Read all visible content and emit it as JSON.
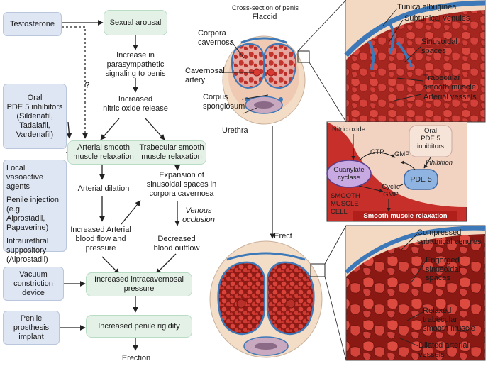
{
  "flow": {
    "testosterone": "Testosterone",
    "sexual_arousal": "Sexual arousal",
    "parasympathetic": "Increase in\nparasympathetic\nsignaling to penis",
    "question": "?",
    "no_release": "Increased\nnitric oxide release",
    "pde5_box": "Oral\nPDE 5 inhibitors\n(Sildenafil,\nTadalafil,\nVardenafil)",
    "arterial_relax": "Arterial smooth\nmuscle relaxation",
    "trabecular_relax": "Trabecular smooth\nmuscle relaxation",
    "local_agents": "Local vasoactive\nagents",
    "penile_injection": "Penile injection\n(e.g., Alprostadil,\nPapaverine)",
    "intraurethral": "Intraurethral\nsuppository\n(Alprostadil)",
    "arterial_dilation": "Arterial dilation",
    "expansion": "Expansion of\nsinusoidal spaces in\ncorpora cavernosa",
    "increased_blood_flow": "Increased Arterial\nblood flow and\npressure",
    "venous_occlusion": "Venous\nocclusion",
    "decreased_outflow": "Decreased\nblood outflow",
    "vacuum": "Vacuum\nconstriction\ndevice",
    "intracavernosal": "Increased intracavernosal\npressure",
    "prosthesis": "Penile\nprosthesis\nimplant",
    "rigidity": "Increased penile rigidity",
    "erection": "Erection"
  },
  "flaccid": {
    "title": "Cross-section of penis",
    "state": "Flaccid",
    "corpora_cavernosa": "Corpora\ncavernosa",
    "cavernosal_artery": "Cavernosal\nartery",
    "corpus_spongiosum": "Corpus\nspongiosum",
    "urethra": "Urethra",
    "tunica": "Tunica albuginea",
    "subtunical": "Subtunical venules",
    "sinusoidal": "Sinusoidal\nspaces",
    "trabecular": "Trabecular\nsmooth muscle",
    "arterial_vessels": "Arterial vessels"
  },
  "inset": {
    "nitric_oxide": "Nitric oxide",
    "gtp": "GTP",
    "gmp": "GMP",
    "oral_pde5": "Oral\nPDE 5\ninhibitors",
    "inhibition": "Inhibition",
    "guanylate": "Guanylate\ncyclase",
    "pde5": "PDE 5",
    "cyclic_gmp": "Cyclic\nGMP",
    "cell": "SMOOTH\nMUSCLE\nCELL",
    "relaxation": "Smooth muscle relaxation"
  },
  "erect": {
    "state": "Erect",
    "compressed": "Compressed\nsubtunical venules",
    "engorged": "Engorged\nsinusoidal\nspaces",
    "relaxed": "Relaxed\ntrabecular\nsmooth muscle",
    "dilated": "Dilated arterial\nvessels"
  },
  "colors": {
    "flow_box_blue": "#dfe6f3",
    "flow_box_green": "#e3f1e7",
    "tissue_red": "#c8322c",
    "tunica_blue": "#3d78b8",
    "inset_bg": "#c62f2a"
  }
}
